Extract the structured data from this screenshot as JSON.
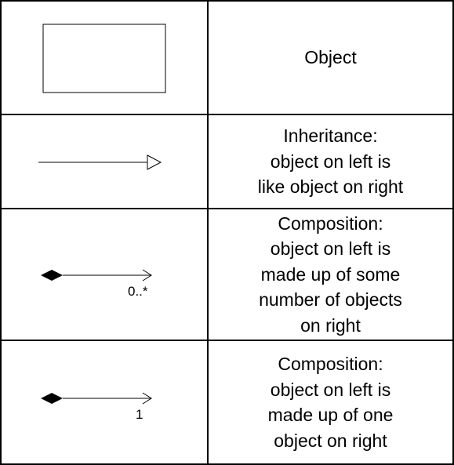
{
  "rows": [
    {
      "symbol": "object-box",
      "lines": [
        "Object"
      ]
    },
    {
      "symbol": "inheritance-arrow",
      "lines": [
        "Inheritance:",
        "object on left is",
        "like object on right"
      ]
    },
    {
      "symbol": "composition-many",
      "multiplicity": "0..*",
      "lines": [
        "Composition:",
        "object on left is",
        "made up of some",
        "number of objects",
        "on right"
      ]
    },
    {
      "symbol": "composition-one",
      "multiplicity": "1",
      "lines": [
        "Composition:",
        "object on left is",
        "made up of one",
        "object on right"
      ]
    }
  ]
}
